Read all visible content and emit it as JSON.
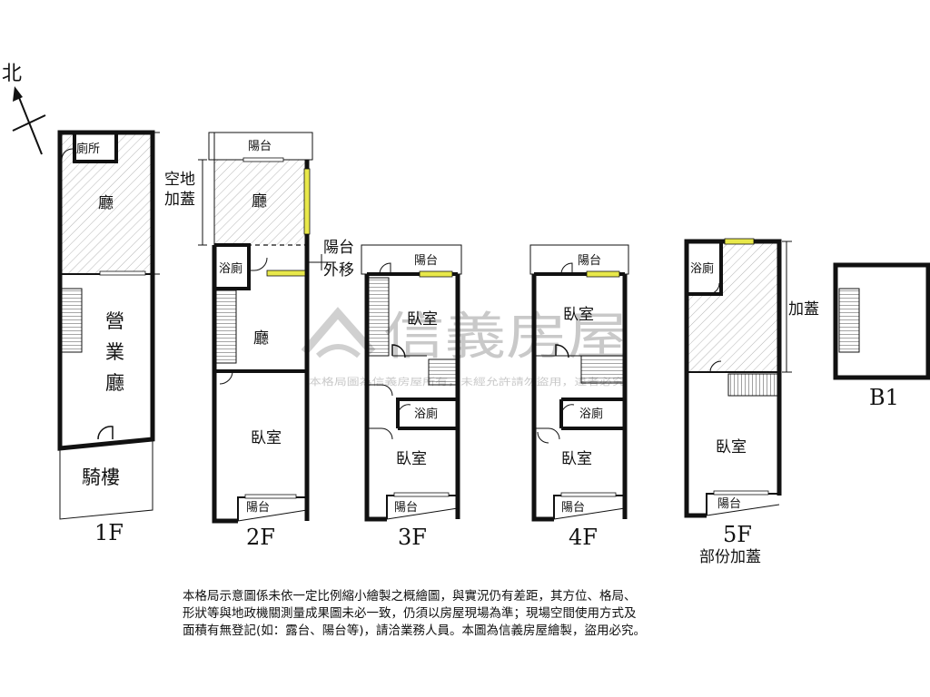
{
  "compass": {
    "north_label": "北"
  },
  "watermark": {
    "brand": "信義房屋",
    "notice": "本格局圖為信義房屋所有，未經允許請勿盜用，違者必究"
  },
  "floor1": {
    "floor_label": "1F",
    "toilet": "廁所",
    "hall": "廳",
    "business_hall_1": "營",
    "business_hall_2": "業",
    "business_hall_3": "廳",
    "arcade": "騎樓"
  },
  "floor2": {
    "floor_label": "2F",
    "balcony_top": "陽台",
    "hall_top": "廳",
    "annex_1": "空地",
    "annex_2": "加蓋",
    "balcony_moved_1": "陽台",
    "balcony_moved_2": "外移",
    "bathroom": "浴廁",
    "hall": "廳",
    "bedroom": "臥室",
    "balcony_bottom": "陽台"
  },
  "floor3": {
    "floor_label": "3F",
    "balcony_top": "陽台",
    "bedroom_top": "臥室",
    "bathroom": "浴廁",
    "bedroom_bottom": "臥室",
    "balcony_bottom": "陽台"
  },
  "floor4": {
    "floor_label": "4F",
    "balcony_top": "陽台",
    "bedroom_top": "臥室",
    "bathroom": "浴廁",
    "bedroom_bottom": "臥室",
    "balcony_bottom": "陽台"
  },
  "floor5": {
    "floor_label": "5F",
    "partial_addition": "部份加蓋",
    "bathroom": "浴廁",
    "addition": "加蓋",
    "bedroom": "臥室",
    "balcony_bottom": "陽台"
  },
  "basement": {
    "floor_label": "B1"
  },
  "disclaimer": {
    "line1": "本格局示意圖係未依一定比例縮小繪製之概繪圖，與實況仍有差距，其方位、格局、",
    "line2": "形狀等與地政機關測量成果圖未必一致，仍須以房屋現場為準；現場空間使用方式及",
    "line3": "面積有無登記(如：露台、陽台等)，請洽業務人員。本圖為信義房屋繪製，盜用必究。"
  },
  "colors": {
    "wall": "#111111",
    "window": "#e8e84a",
    "hatch": "#b5b5b5",
    "watermark": "#c9c9c9"
  }
}
